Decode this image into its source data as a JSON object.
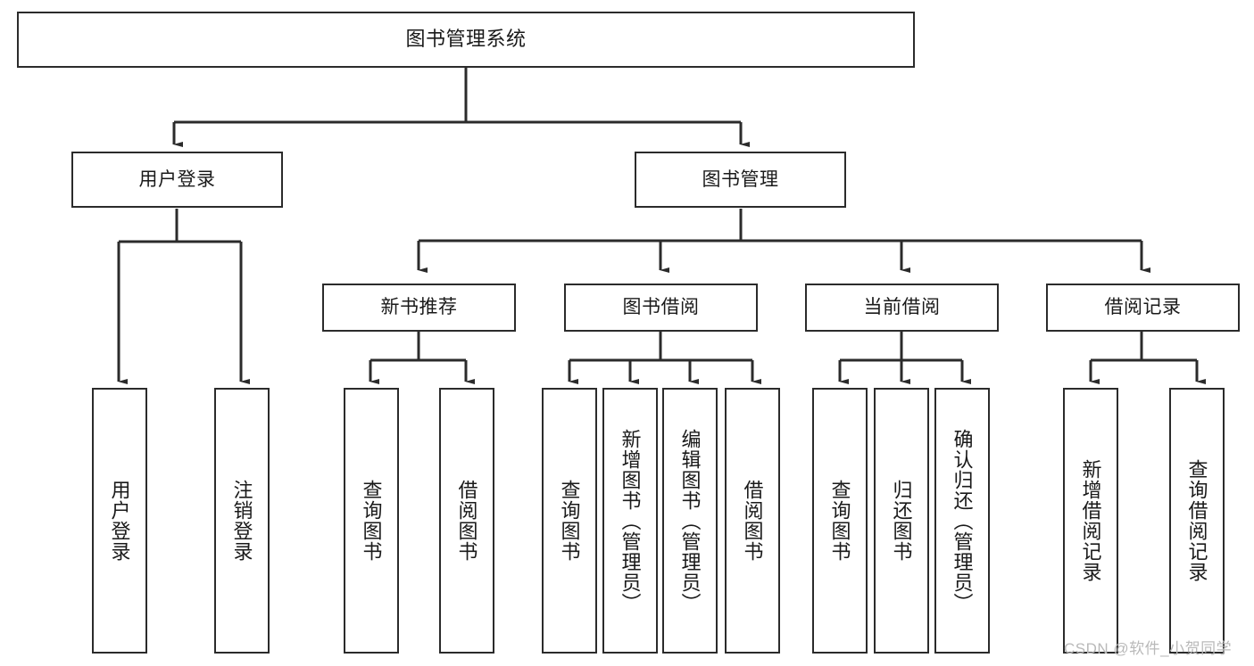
{
  "diagram": {
    "type": "tree-hierarchy",
    "title": "图书管理系统",
    "watermark": "CSDN @软件_小贺同学",
    "colors": {
      "stroke": "#2b2b2b",
      "fill": "#ffffff",
      "text": "#1a1a1a",
      "watermark": "#b9b9b9"
    },
    "nodes": {
      "root": {
        "label": "图书管理系统"
      },
      "level2": [
        {
          "id": "user-login",
          "label": "用户登录"
        },
        {
          "id": "book-management",
          "label": "图书管理"
        }
      ],
      "level3": [
        {
          "id": "new-book-recommend",
          "label": "新书推荐"
        },
        {
          "id": "book-borrow",
          "label": "图书借阅"
        },
        {
          "id": "current-borrow",
          "label": "当前借阅"
        },
        {
          "id": "borrow-record",
          "label": "借阅记录"
        }
      ],
      "leaves": {
        "user-login": [
          {
            "id": "leaf-user-login",
            "label": "用户登录"
          },
          {
            "id": "leaf-user-logout",
            "label": "注销登录"
          }
        ],
        "new-book-recommend": [
          {
            "id": "leaf-query-book-1",
            "label": "查询图书"
          },
          {
            "id": "leaf-borrow-book-1",
            "label": "借阅图书"
          }
        ],
        "book-borrow": [
          {
            "id": "leaf-query-book-2",
            "label": "查询图书"
          },
          {
            "id": "leaf-add-book",
            "label": "新增图书（管理员）"
          },
          {
            "id": "leaf-edit-book",
            "label": "编辑图书（管理员）"
          },
          {
            "id": "leaf-borrow-book-2",
            "label": "借阅图书"
          }
        ],
        "current-borrow": [
          {
            "id": "leaf-query-book-3",
            "label": "查询图书"
          },
          {
            "id": "leaf-return-book",
            "label": "归还图书"
          },
          {
            "id": "leaf-confirm-return",
            "label": "确认归还（管理员）"
          }
        ],
        "borrow-record": [
          {
            "id": "leaf-add-record",
            "label": "新增借阅记录"
          },
          {
            "id": "leaf-query-record",
            "label": "查询借阅记录"
          }
        ]
      }
    }
  }
}
